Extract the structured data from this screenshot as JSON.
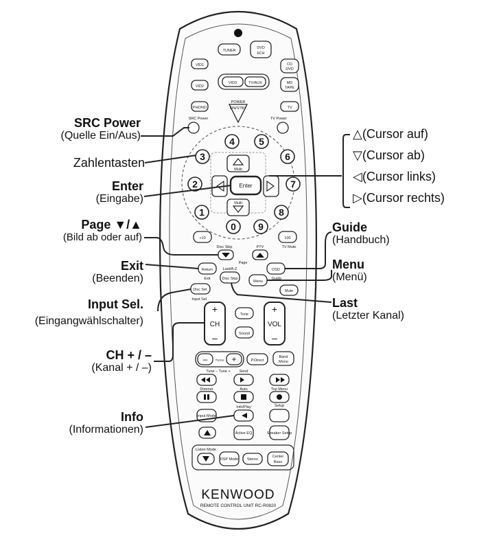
{
  "left_labels": {
    "src_power": {
      "bold": "SRC Power",
      "sub": "(Quelle Ein/Aus)"
    },
    "zahlentasten": "Zahlentasten",
    "enter": {
      "bold": "Enter",
      "sub": "(Eingabe)"
    },
    "page": {
      "bold": "Page ▼/▲",
      "sub": "(Bild ab oder auf)"
    },
    "exit": {
      "bold": "Exit",
      "sub": "(Beenden)"
    },
    "input_sel": {
      "bold": "Input Sel.",
      "sub": "(Eingangwählschalter)"
    },
    "ch": {
      "bold": "CH + / –",
      "sub": "(Kanal  + / –)"
    },
    "info": {
      "bold": "Info",
      "sub": "(Informationen)"
    }
  },
  "right_labels": {
    "cursor": [
      "△(Cursor auf)",
      "▽(Cursor ab)",
      "◁(Cursor links)",
      "▷(Cursor rechts)"
    ],
    "guide": {
      "bold": "Guide",
      "sub": "(Handbuch)"
    },
    "menu": {
      "bold": "Menu",
      "sub": "(Menü)"
    },
    "last": {
      "bold": "Last",
      "sub": "(Letzter Kanal)"
    }
  },
  "remote": {
    "top_buttons": {
      "tuner": "TUNER",
      "dvd": "DVD",
      "dvd_sub": "6CH",
      "vid1": "VID1",
      "cd": "CD",
      "cd_sub": "DVD",
      "vid2": "VID2",
      "vid3": "VID3",
      "tvaux": "TV/AUX",
      "md": "MD",
      "md_sub": "TAPE",
      "phono": "PHONO",
      "tv": "TV",
      "power": "POWER",
      "power_sub": "ON/STBY",
      "src_power": "SRC Power",
      "tv_power": "TV Power"
    },
    "numbers": [
      "0",
      "1",
      "2",
      "3",
      "4",
      "5",
      "6",
      "7",
      "8",
      "9"
    ],
    "plus10": "+10",
    "btn100": "100",
    "enter": "Enter",
    "multi": "Multi",
    "page_labels": {
      "disc_skip": "Disc Skip",
      "ptv": "PTV",
      "tv_mute": "TV Mute",
      "page": "Page"
    },
    "mid_buttons": {
      "return": "Return",
      "exit": "Exit",
      "last": "Last/A-Z",
      "disc_skip": "Disc Skip",
      "menu": "Menu",
      "osd": "OSD",
      "guide": "Guide",
      "mute": "Mute",
      "disc_sel": "Disc Sel.",
      "input_sel": "Input Sel."
    },
    "ch": {
      "plus": "+",
      "label": "CH",
      "minus": "–"
    },
    "tone": "Tone",
    "sound": "Sound",
    "vol": {
      "plus": "+",
      "label": "VOL",
      "minus": "–"
    },
    "tune_row": {
      "minus": "–",
      "tv_av": "TV/AV",
      "plus": "+",
      "p_direct": "P.Direct",
      "band": "Band",
      "band_sub": "Mono",
      "tune_caption": "Tune – Tune +",
      "send": "Send"
    },
    "transport_captions": {
      "dimmer": "Dimmer",
      "auto": "Auto",
      "top_menu": "Top Menu",
      "input_mode": "Input Mode",
      "info": "Info/Play",
      "setup": "Setup"
    },
    "input_mode": "Input Mode",
    "listen_mode": "Listen Mode",
    "dsp_mode": "DSP Mode",
    "stereo": "Stereo",
    "active_eq": "Active EQ",
    "speaker_setup": "Speaker Setup",
    "center": "Center",
    "bass": "Bass",
    "brand": "KENWOOD",
    "model": "REMOTE CONTROL UNIT RC-R0820"
  }
}
